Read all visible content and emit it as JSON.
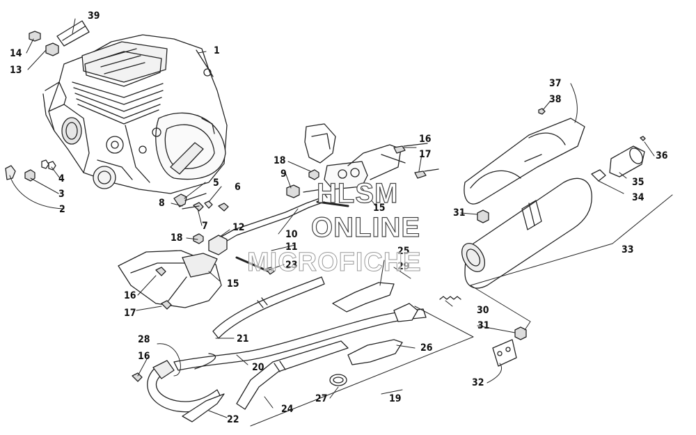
{
  "diagram": {
    "callouts": {
      "c1": "1",
      "c2": "2",
      "c3": "3",
      "c4": "4",
      "c5": "5",
      "c6": "6",
      "c7": "7",
      "c8": "8",
      "c9": "9",
      "c10": "10",
      "c11": "11",
      "c12": "12",
      "c13": "13",
      "c14": "14",
      "c15a": "15",
      "c15b": "15",
      "c16a": "16",
      "c16b": "16",
      "c16c": "16",
      "c17a": "17",
      "c17b": "17",
      "c18a": "18",
      "c18b": "18",
      "c19": "19",
      "c20": "20",
      "c21": "21",
      "c22": "22",
      "c23": "23",
      "c24": "24",
      "c25": "25",
      "c26": "26",
      "c27": "27",
      "c28": "28",
      "c29": "29",
      "c30": "30",
      "c31a": "31",
      "c31b": "31",
      "c32": "32",
      "c33": "33",
      "c34": "34",
      "c35": "35",
      "c36": "36",
      "c37": "37",
      "c38": "38",
      "c39": "39"
    },
    "watermark": {
      "line1": "HLSM",
      "line2": "ONLINE",
      "line3": "MICROFICHE"
    }
  }
}
